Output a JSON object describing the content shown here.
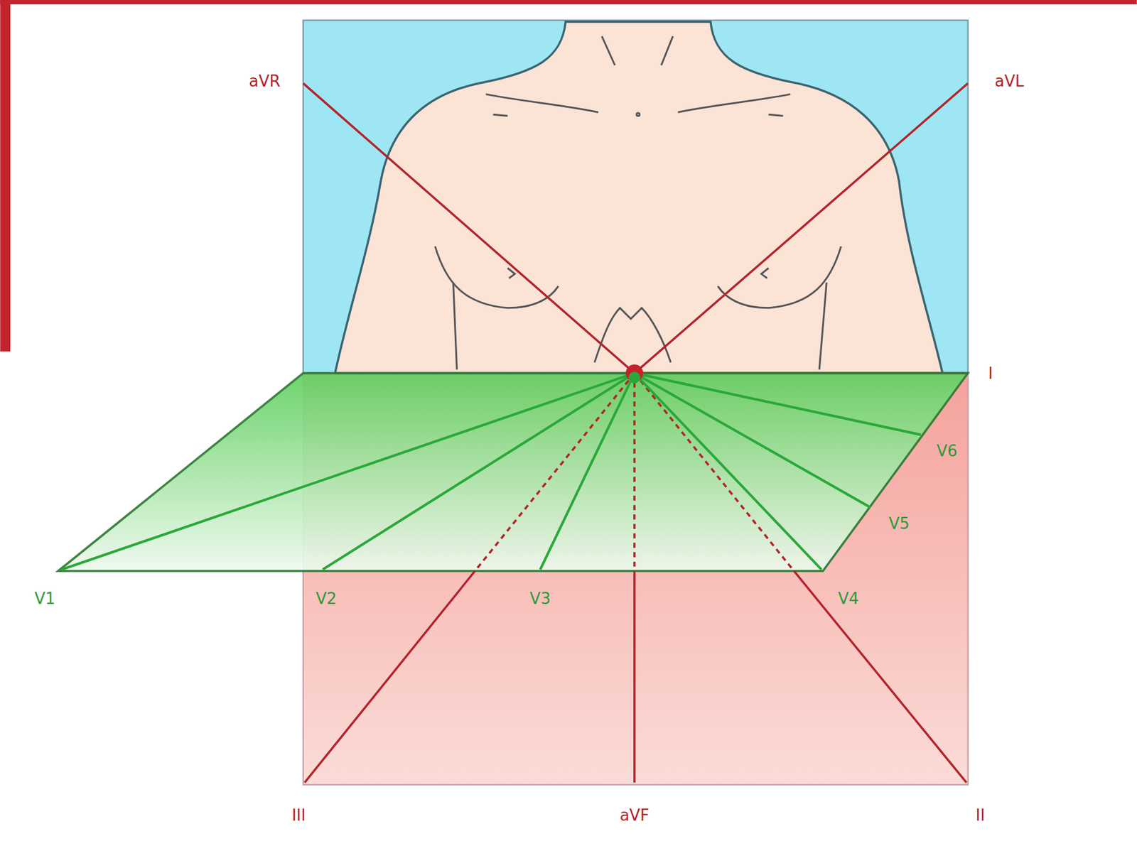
{
  "diagram": {
    "labels": [
      "aVR",
      "aVL",
      "I",
      "V1",
      "V2",
      "V3",
      "V4",
      "V5",
      "V6",
      "III",
      "aVF",
      "II"
    ]
  }
}
